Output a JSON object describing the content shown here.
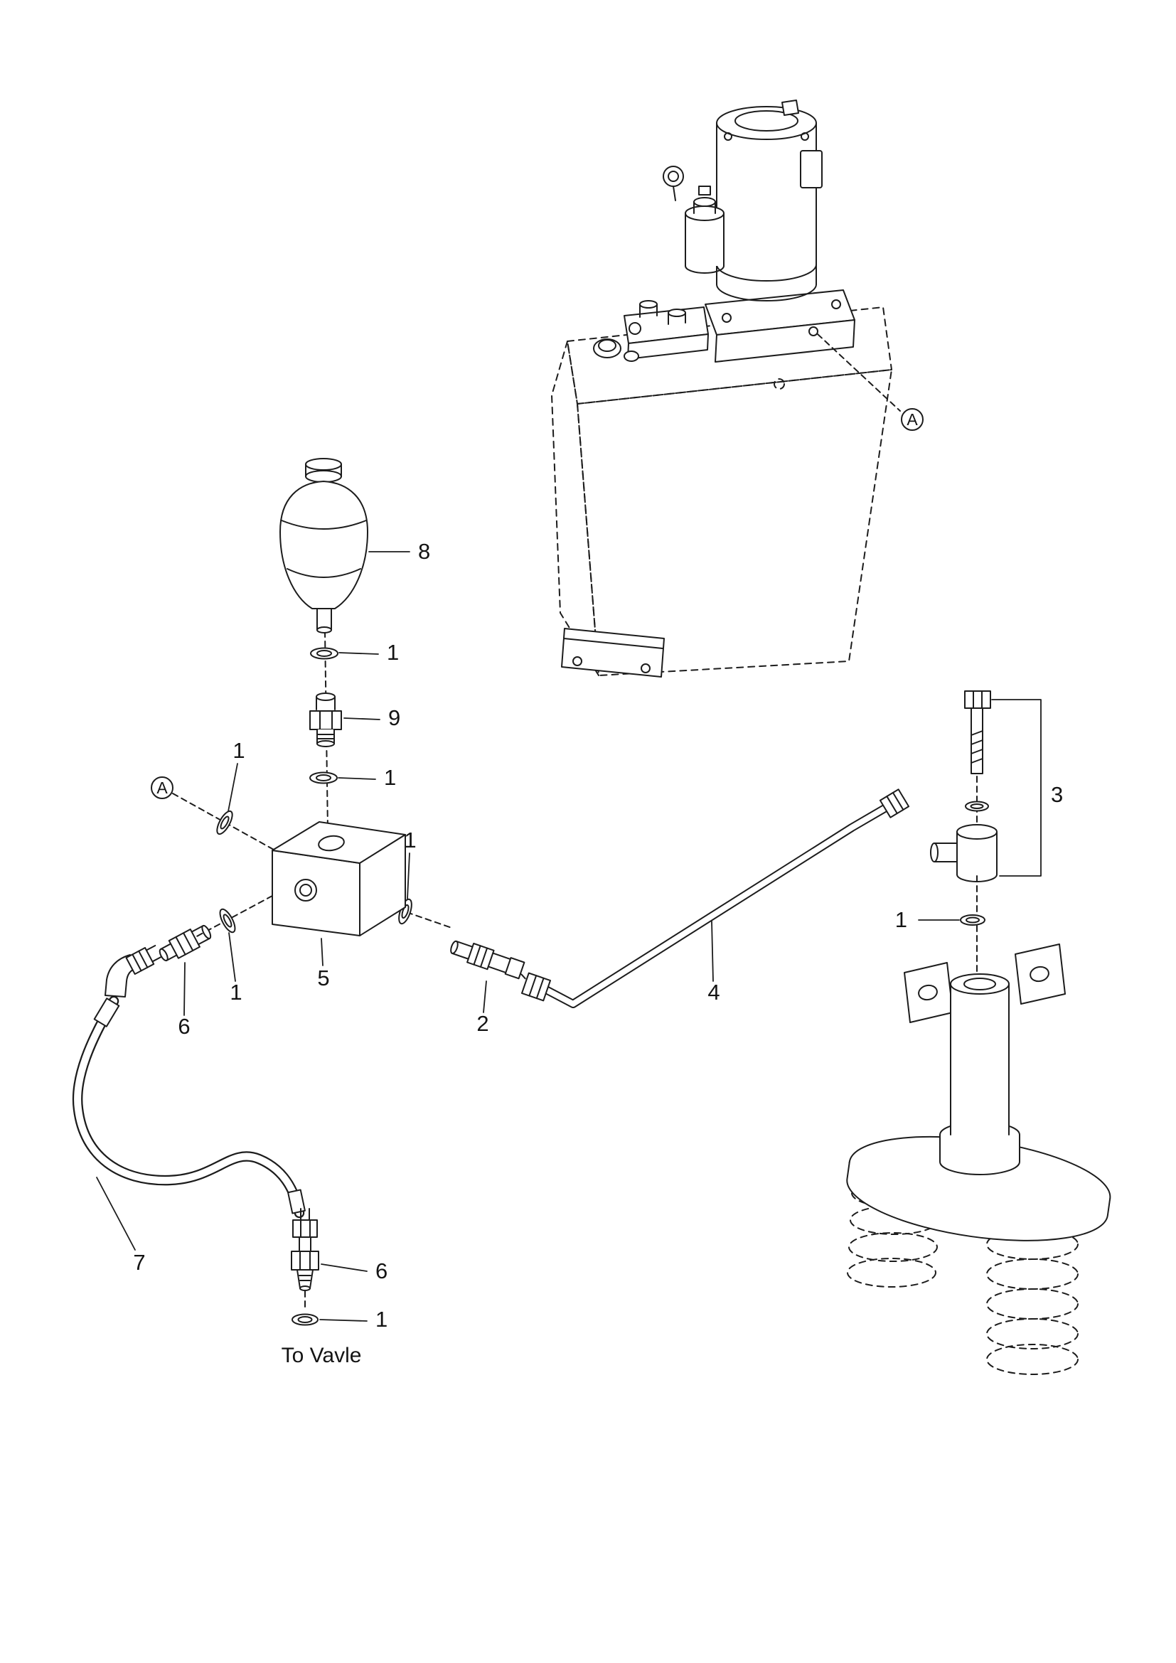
{
  "page": {
    "background": "#ffffff",
    "ink": "#1c1c1c",
    "label_color": "#141414"
  },
  "diagram": {
    "type": "exploded-parts-diagram",
    "note": "To Vavle",
    "view_labels": [
      {
        "id": "view-a-power-unit",
        "text": "A"
      },
      {
        "id": "view-a-manifold-block",
        "text": "A"
      }
    ],
    "callouts": [
      {
        "id": "callout-accumulator",
        "text": "8"
      },
      {
        "id": "callout-washer-under-accumulator",
        "text": "1"
      },
      {
        "id": "callout-adapter-fitting",
        "text": "9"
      },
      {
        "id": "callout-washer-under-adapter",
        "text": "1"
      },
      {
        "id": "callout-washer-block-left-top",
        "text": "1"
      },
      {
        "id": "callout-manifold-block",
        "text": "5"
      },
      {
        "id": "callout-washer-block-left-bottom",
        "text": "1"
      },
      {
        "id": "callout-fitting-left",
        "text": "6"
      },
      {
        "id": "callout-washer-block-right",
        "text": "1"
      },
      {
        "id": "callout-straight-adapter",
        "text": "2"
      },
      {
        "id": "callout-steel-tube",
        "text": "4"
      },
      {
        "id": "callout-bolt-elbow-set",
        "text": "3"
      },
      {
        "id": "callout-washer-cylinder",
        "text": "1"
      },
      {
        "id": "callout-hose",
        "text": "7"
      },
      {
        "id": "callout-fitting-bottom",
        "text": "6"
      },
      {
        "id": "callout-washer-bottom",
        "text": "1"
      }
    ]
  }
}
